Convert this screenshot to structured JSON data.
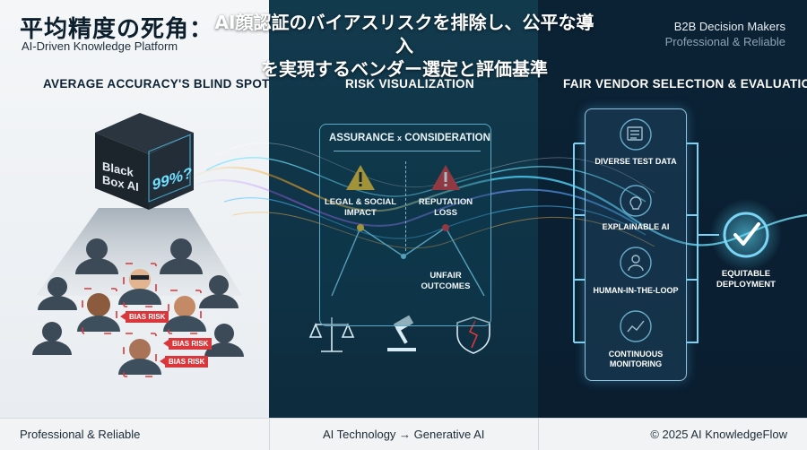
{
  "header": {
    "title": "平均精度の死角：",
    "subtitle": "AI-Driven Knowledge Platform",
    "headline_line1": "AI顔認証のバイアスリスクを排除し、公平な導入",
    "headline_line2": "を実現するベンダー選定と評価基準",
    "brand_line1": "B2B Decision Makers",
    "brand_line2": "Professional & Reliable"
  },
  "sections": {
    "left_title": "AVERAGE ACCURACY'S BLIND SPOT",
    "mid_title": "RISK VISUALIZATION",
    "right_title": "FAIR VENDOR SELECTION & EVALUATION"
  },
  "left": {
    "cube_label_line1": "Black",
    "cube_label_line2": "Box AI",
    "cube_value": "99%?",
    "bias_tags": [
      "BIAS RISK",
      "BIAS RISK",
      "BIAS RISK"
    ]
  },
  "mid": {
    "box_title_a": "ASSURANCE",
    "box_title_x": "x",
    "box_title_b": "CONSIDERATION",
    "risk1_line1": "LEGAL & SOCIAL",
    "risk1_line2": "IMPACT",
    "risk2_line1": "REPUTATION",
    "risk2_line2": "LOSS",
    "risk3_line1": "UNFAIR",
    "risk3_line2": "OUTCOMES",
    "icons": [
      "scales-icon",
      "gavel-icon",
      "broken-shield-icon"
    ]
  },
  "right": {
    "steps": [
      {
        "label_line1": "DIVERSE TEST DATA",
        "label_line2": "",
        "icon": "test-data-icon"
      },
      {
        "label_line1": "EXPLAINABLE AI",
        "label_line2": "",
        "icon": "lightbulb-icon"
      },
      {
        "label_line1": "HUMAN-IN-THE-LOOP",
        "label_line2": "",
        "icon": "person-loop-icon"
      },
      {
        "label_line1": "CONTINUOUS",
        "label_line2": "MONITORING",
        "icon": "monitoring-icon"
      }
    ],
    "final_line1": "EQUITABLE",
    "final_line2": "DEPLOYMENT"
  },
  "footer": {
    "left": "Professional & Reliable",
    "mid": "AI Technology → Generative AI",
    "right": "© 2025 AI KnowledgeFlow"
  },
  "colors": {
    "accent_blue": "#5fc7f0",
    "warning_yellow": "#f2c12e",
    "danger_red": "#d8383b",
    "dark_panel": "#0b2235"
  }
}
